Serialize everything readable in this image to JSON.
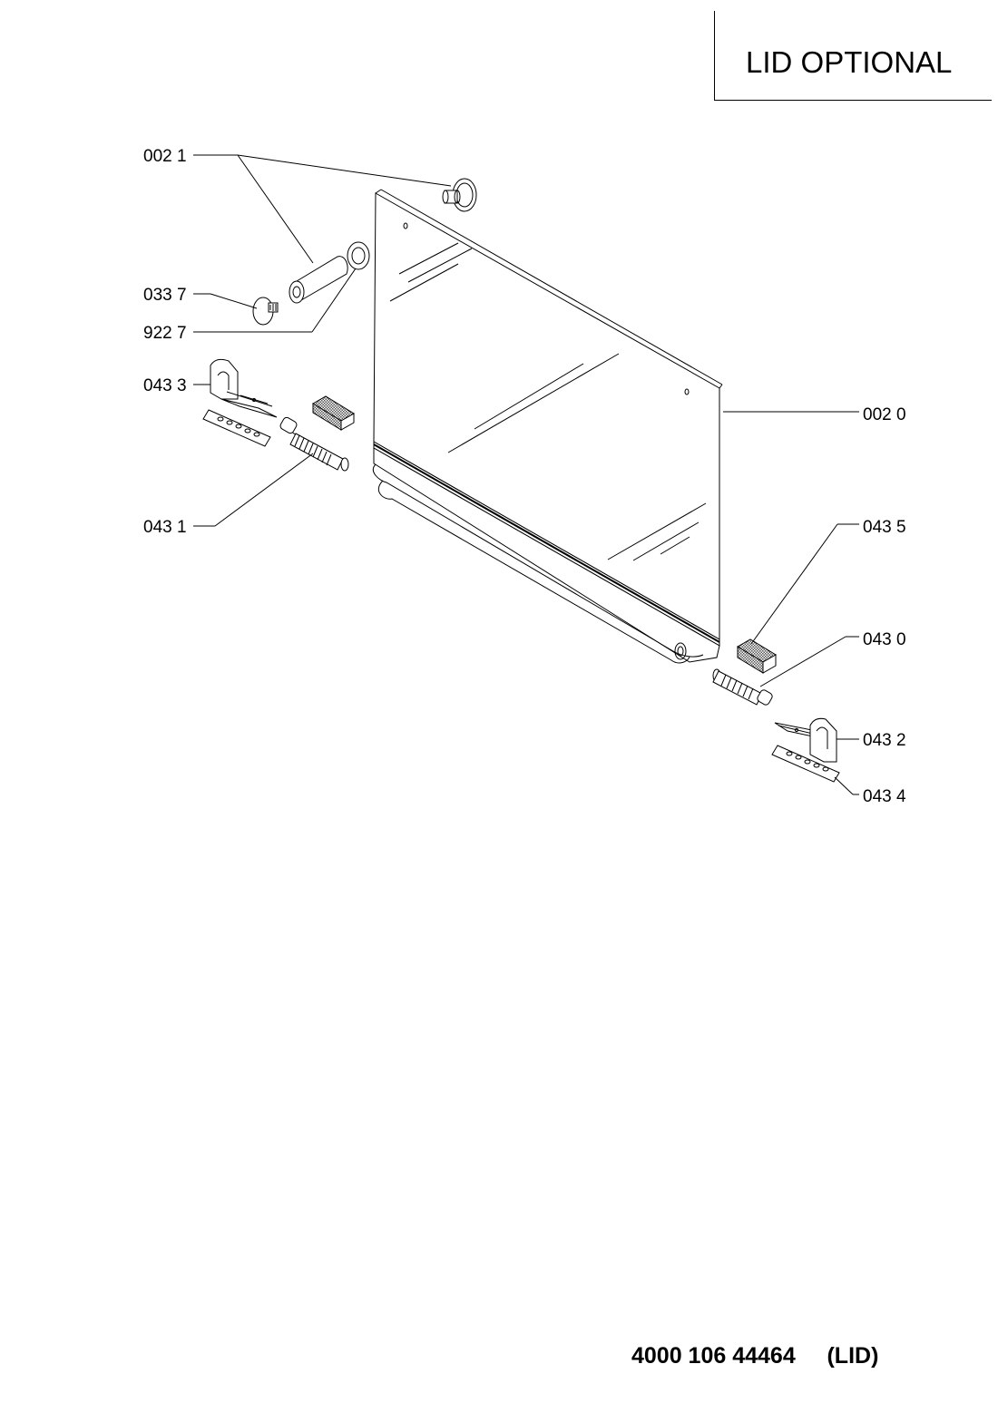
{
  "header": {
    "title": "LID OPTIONAL"
  },
  "callouts": [
    {
      "id": "c0021",
      "label": "002 1"
    },
    {
      "id": "c0337",
      "label": "033 7"
    },
    {
      "id": "c9227",
      "label": "922 7"
    },
    {
      "id": "c0433",
      "label": "043 3"
    },
    {
      "id": "c0431",
      "label": "043 1"
    },
    {
      "id": "c0020",
      "label": "002 0"
    },
    {
      "id": "c0435",
      "label": "043 5"
    },
    {
      "id": "c0430",
      "label": "043 0"
    },
    {
      "id": "c0432",
      "label": "043 2"
    },
    {
      "id": "c0434",
      "label": "043 4"
    }
  ],
  "footer": {
    "part_number": "4000 106 44464",
    "suffix": "(LID)"
  },
  "colors": {
    "line": "#000000",
    "background": "#ffffff",
    "pad_fill": "#6f6f6f"
  }
}
